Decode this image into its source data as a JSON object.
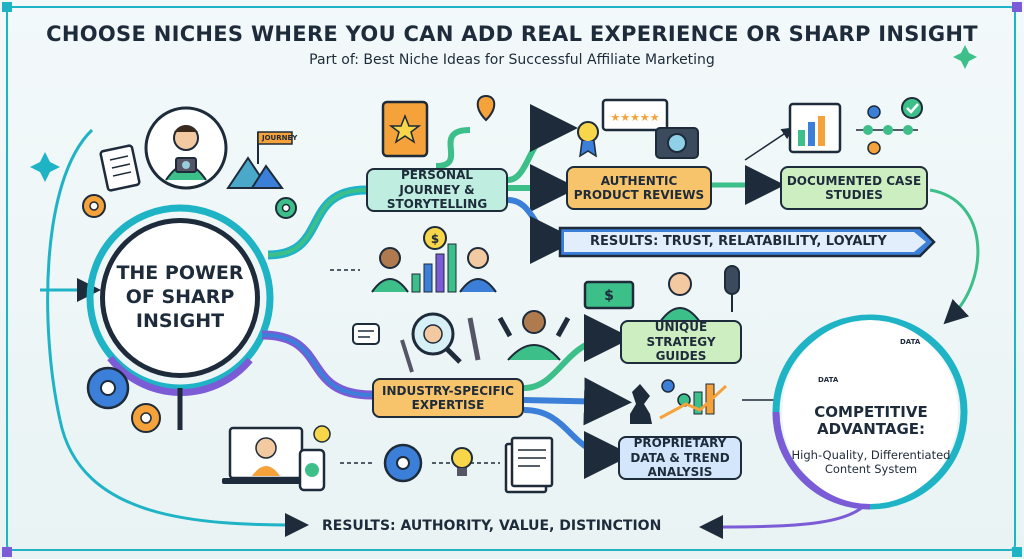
{
  "title": "CHOOSE NICHES WHERE YOU CAN ADD REAL EXPERIENCE OR SHARP INSIGHT",
  "subtitle": "Part of: Best Niche Ideas for Successful Affiliate Marketing",
  "hub": {
    "label": "THE POWER OF SHARP INSIGHT"
  },
  "top_path": {
    "source": "PERSONAL JOURNEY & STORYTELLING",
    "step1": "AUTHENTIC PRODUCT REVIEWS",
    "step2": "DOCUMENTED CASE STUDIES",
    "results": "RESULTS: TRUST, RELATABILITY, LOYALTY",
    "journey_flag": "JOURNEY"
  },
  "bottom_path": {
    "source": "INDUSTRY-SPECIFIC EXPERTISE",
    "step1": "UNIQUE STRATEGY GUIDES",
    "step2": "PROPRIETARY DATA & TREND ANALYSIS"
  },
  "competitive": {
    "title": "COMPETITIVE ADVANTAGE:",
    "subtitle": "High-Quality, Differentiated Content System",
    "data_label_1": "DATA",
    "data_label_2": "DATA"
  },
  "final_results": "RESULTS: AUTHORITY, VALUE, DISTINCTION",
  "colors": {
    "teal": "#1fb3c6",
    "green": "#3dbf8a",
    "blue": "#3b7fd9",
    "purple": "#7b5bd6",
    "orange": "#f5a23a",
    "dark": "#1d2b3a"
  },
  "icons": [
    "notebook-icon",
    "map-pin-icon",
    "person-camera-icon",
    "notepad-icon",
    "mountain-icon",
    "gear-icon",
    "review-stars-icon",
    "medal-icon",
    "camera-icon",
    "chart-icon",
    "flowchart-icon",
    "coin-icon",
    "bar-chart-icon",
    "person-icon",
    "money-icon",
    "microphone-icon",
    "speech-bubble-icon",
    "magnifier-icon",
    "wrench-icon",
    "strong-person-icon",
    "laptop-icon",
    "phone-icon",
    "lightbulb-icon",
    "documents-icon",
    "chess-knight-icon",
    "trend-icon",
    "brain-magnifier-icon",
    "sparkle-icon"
  ]
}
